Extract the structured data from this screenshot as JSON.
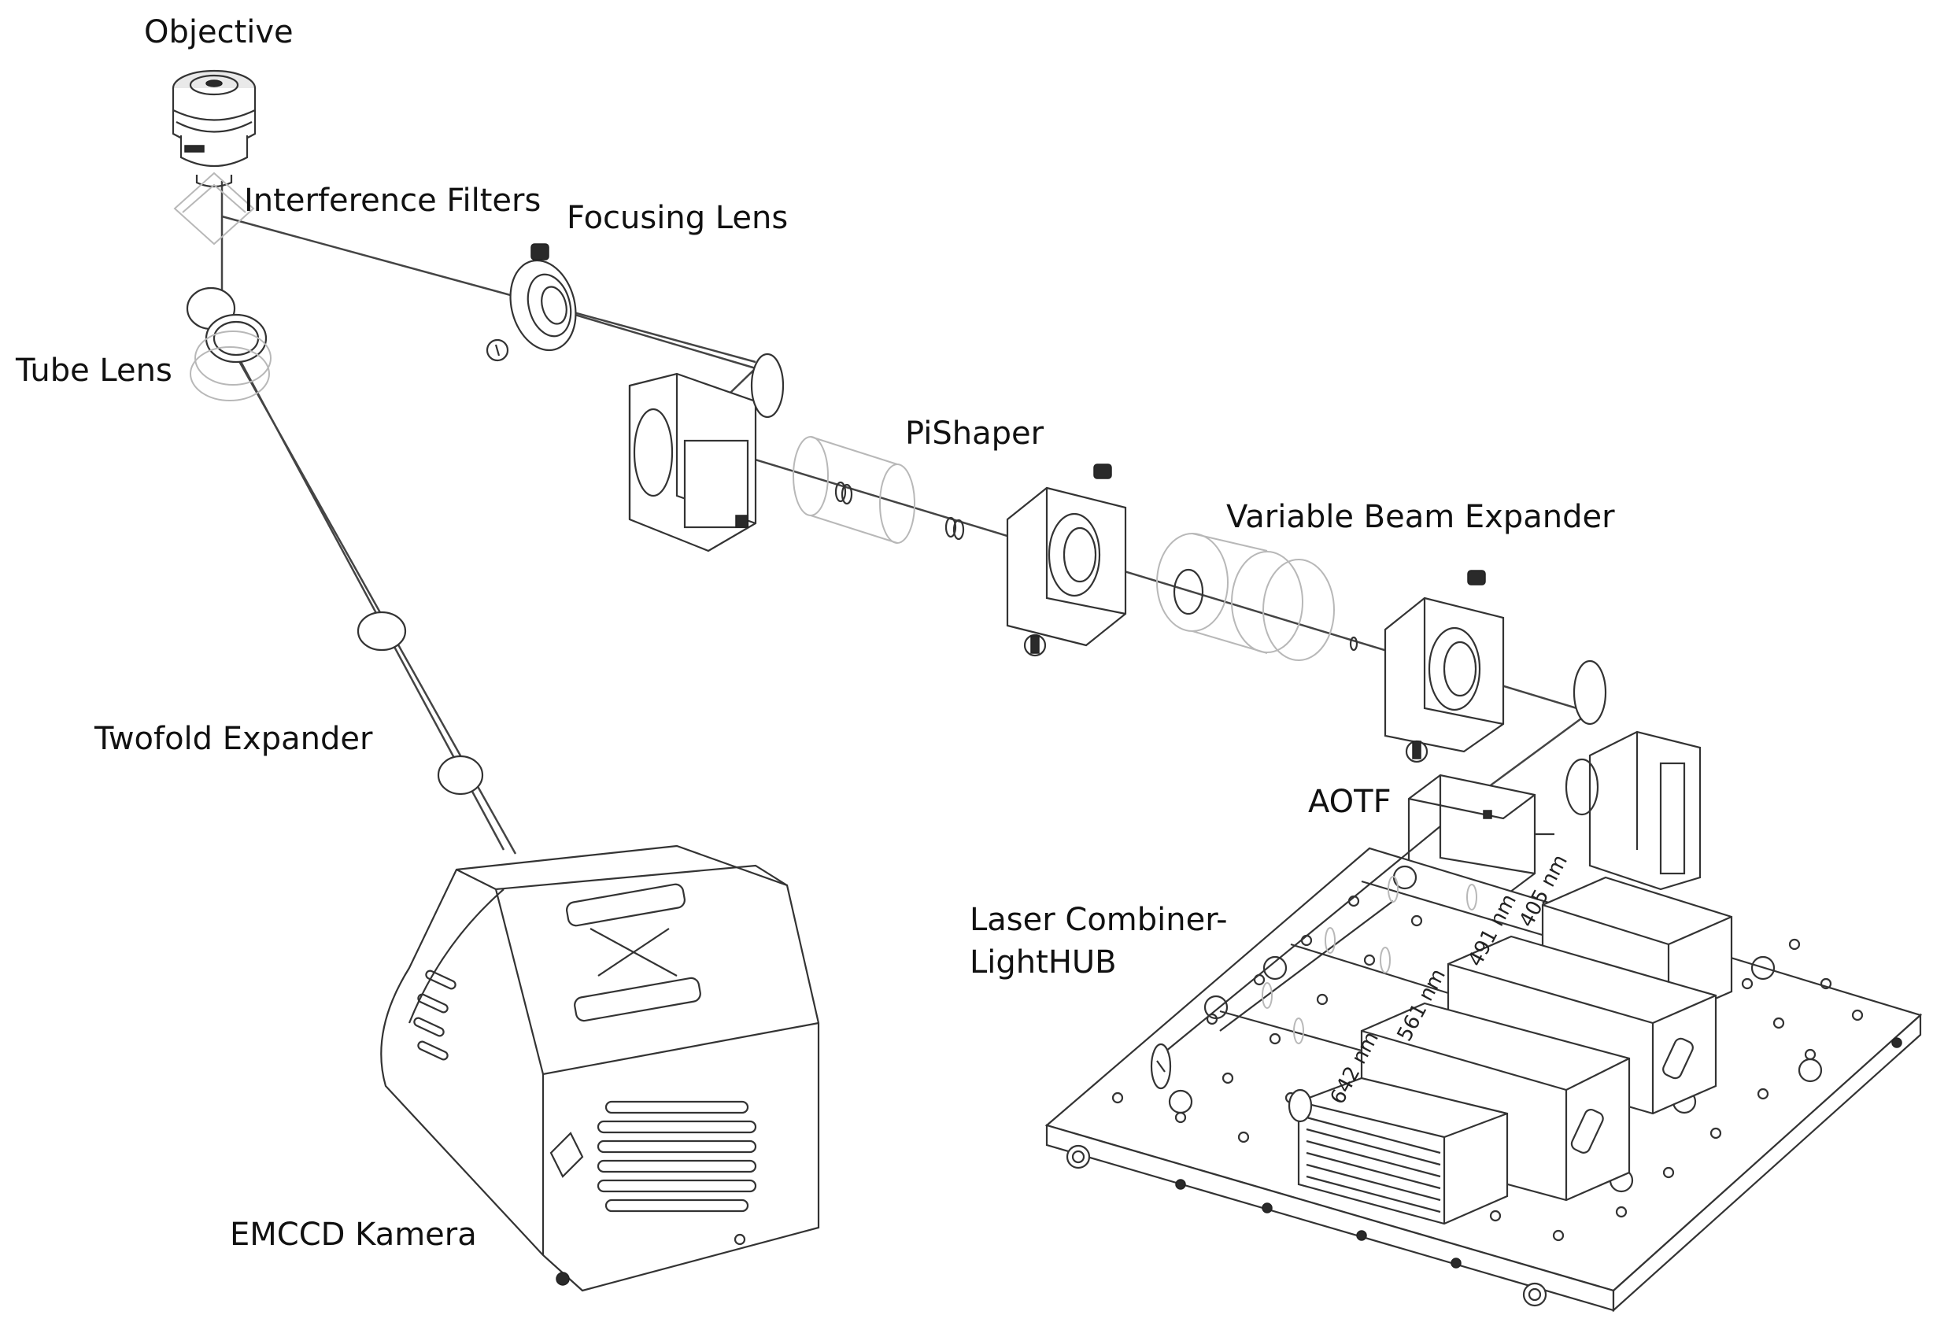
{
  "labels": {
    "objective": "Objective",
    "interference_filters": "Interference Filters",
    "focusing_lens": "Focusing Lens",
    "tube_lens": "Tube Lens",
    "pishaper": "PiShaper",
    "variable_beam_expander": "Variable Beam Expander",
    "twofold_expander": "Twofold Expander",
    "aotf": "AOTF",
    "laser_combiner_line1": "Laser Combiner-",
    "laser_combiner_line2": "LightHUB",
    "emccd_camera": "EMCCD Kamera"
  },
  "laser_lines": {
    "l405": "405 nm",
    "l491": "491 nm",
    "l561": "561 nm",
    "l642": "642 nm"
  }
}
